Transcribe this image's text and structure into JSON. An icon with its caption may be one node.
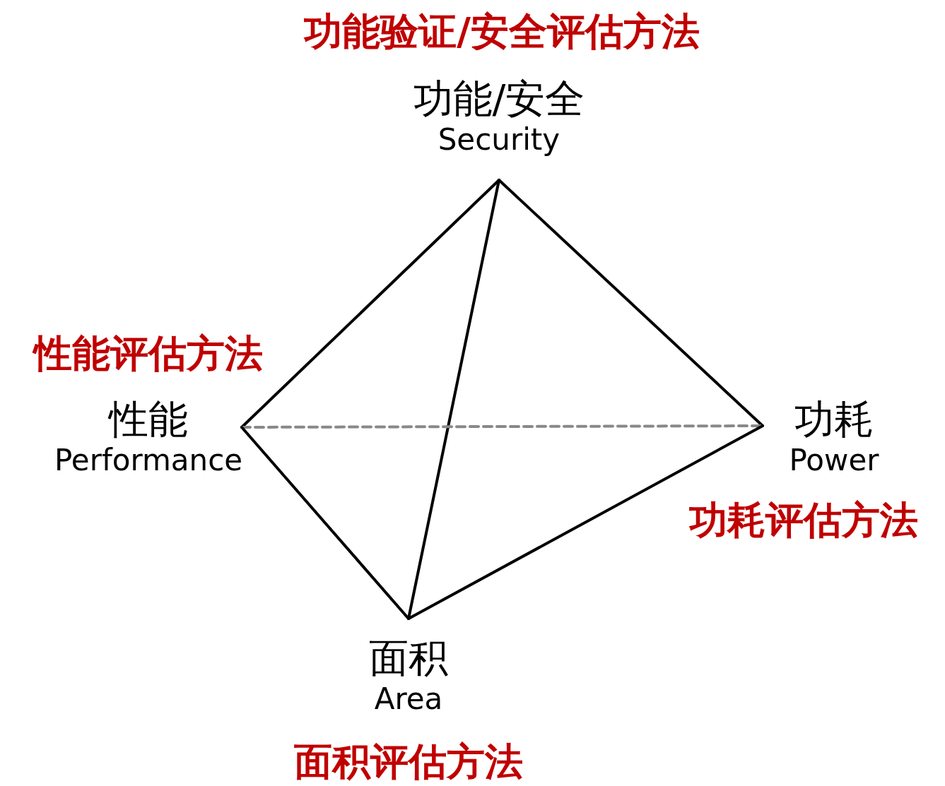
{
  "diagram": {
    "nodes": [
      {
        "text": [
          "功能/安全",
          "Security"
        ],
        "beside": [
          "功能验证/安全评估方法"
        ]
      },
      {
        "text": [
          "性能",
          "Performance"
        ],
        "beside": [
          "性能评估方法"
        ]
      },
      {
        "text": [
          "功耗",
          "Power"
        ],
        "beside": [
          "功耗评估方法"
        ]
      },
      {
        "text": [
          "面积",
          "Area"
        ],
        "beside": [
          "面积评估方法"
        ]
      }
    ],
    "edges": [
      {
        "from": 0,
        "to": 1,
        "arrow": "none"
      },
      {
        "from": 0,
        "to": 3,
        "arrow": "none"
      },
      {
        "from": 0,
        "to": 2,
        "arrow": "none"
      },
      {
        "from": 1,
        "to": 2,
        "arrow": "none",
        "style": "dashed",
        "color": "#888888"
      },
      {
        "from": 1,
        "to": 3,
        "arrow": "none"
      },
      {
        "from": 3,
        "to": 2,
        "arrow": "none"
      }
    ]
  }
}
